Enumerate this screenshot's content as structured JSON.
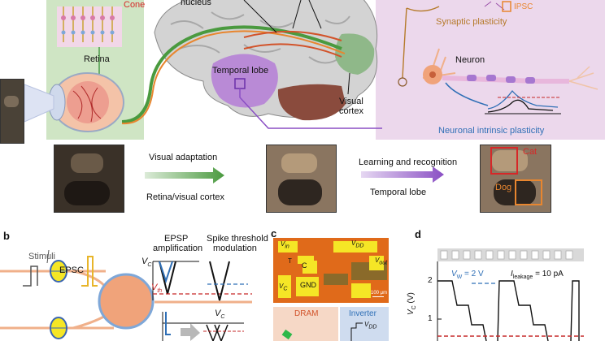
{
  "top": {
    "labels": {
      "nucleus": "nucleus",
      "cone": "Cone",
      "retina": "Retina",
      "temporal_lobe": "Temporal lobe",
      "visual_cortex_1": "Visual",
      "visual_cortex_2": "cortex",
      "ipsc": "IPSC",
      "synaptic_plasticity": "Synaptic plasticity",
      "neuron": "Neuron",
      "neuronal_intrinsic_plasticity": "Neuronal intrinsic plasticity"
    },
    "flow": {
      "visual_adaptation": "Visual adaptation",
      "retina_visual_cortex": "Retina/visual cortex",
      "learning_recognition": "Learning and recognition",
      "temporal_lobe": "Temporal lobe",
      "cat": "Cat",
      "dog": "Dog"
    }
  },
  "panel_b": {
    "letter": "b",
    "stimuli": "Stimuli",
    "epsc": "EPSC",
    "epsp_title_1": "EPSP",
    "epsp_title_2": "amplification",
    "spike_title_1": "Spike threshold",
    "spike_title_2": "modulation",
    "vc": "V",
    "vc_sub": "C",
    "vth": "V",
    "vth_sub": "th"
  },
  "panel_c": {
    "letter": "c",
    "chip": {
      "vin": "V",
      "vin_sub": "in",
      "vdd": "V",
      "vdd_sub": "DD",
      "t": "T",
      "c": "C",
      "vout": "V",
      "vout_sub": "out",
      "vc": "V",
      "vc_sub": "C",
      "gnd": "GND",
      "scale": "100 μm"
    },
    "dram": "DRAM",
    "inverter": "Inverter",
    "vdd2": "V",
    "vdd2_sub": "DD"
  },
  "panel_d": {
    "letter": "d",
    "ylabel": "V",
    "ylabel_sub": "C",
    "ylabel_unit": " (V)",
    "yticks": [
      "2",
      "1"
    ],
    "vw_label": "V",
    "vw_sub": "W",
    "vw_value": " = 2 V",
    "leak_label": "I",
    "leak_sub": "leakage",
    "leak_value": " = 10 pA"
  },
  "colors": {
    "retina_bg": "#cfe5c4",
    "plasticity_bg": "#ecd8ec",
    "brain": "#d3d3d3",
    "temporal": "#b98ad6",
    "cortex": "#8fb889",
    "cerebellum": "#8a4b3d",
    "green_arrow": "#4a9a3f",
    "purple_arrow": "#8a4fc4",
    "soma": "#f0a37a",
    "vth_red": "#c62828",
    "vc_blue": "#2f6fb6",
    "chip_orange": "#e06a1a",
    "chip_yellow": "#f5e626"
  }
}
